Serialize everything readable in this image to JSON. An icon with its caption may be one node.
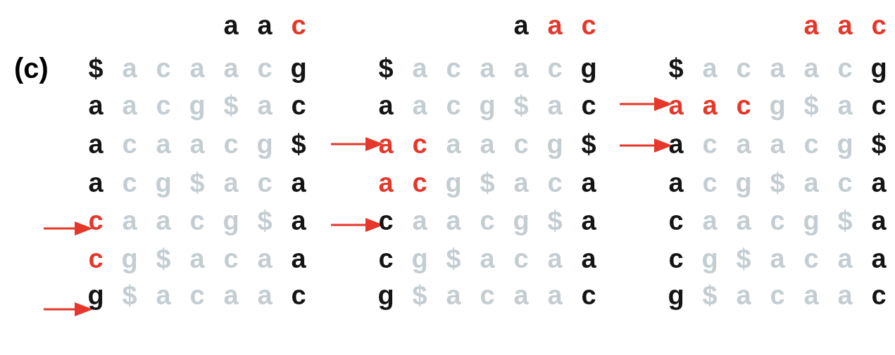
{
  "diagram": {
    "labels": [
      "(c)",
      "a a c",
      "a a c",
      "a a c",
      "$ a c a a c g",
      "$ a c a a c g",
      "$ a c a a c g",
      "a a c g $ a c",
      "a a c g $ a c",
      "a a c g $ a c",
      "a c a a c g $",
      "a c a a c g $",
      "a c a a c g $",
      "a c g $ a c a",
      "a c g $ a c a",
      "a c g $ a c a",
      "c a a c g $ a",
      "c a a c g $ a",
      "c a a c g $ a",
      "c g $ a c a a",
      "c g $ a c a a",
      "c g $ a c a a",
      "g $ a c a a c",
      "g $ a c a a c",
      "g $ a c a a c"
    ]
  }
}
